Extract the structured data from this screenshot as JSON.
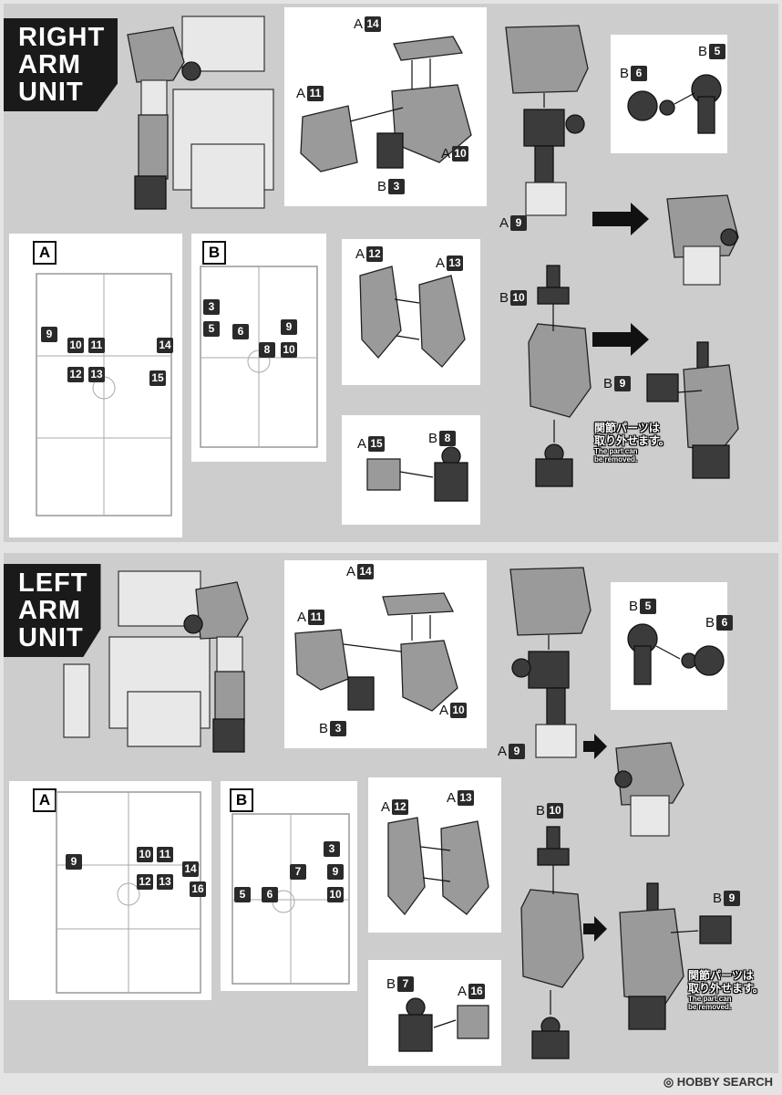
{
  "sections": [
    {
      "title_lines": [
        "RIGHT",
        "ARM",
        "UNIT"
      ],
      "step1": {
        "labels": [
          {
            "runner": "A",
            "num": "14"
          },
          {
            "runner": "A",
            "num": "11"
          },
          {
            "runner": "A",
            "num": "10"
          },
          {
            "runner": "B",
            "num": "3"
          }
        ]
      },
      "step2": {
        "labels": [
          {
            "runner": "B",
            "num": "6"
          },
          {
            "runner": "B",
            "num": "5"
          }
        ]
      },
      "step3": {
        "labels": [
          {
            "runner": "A",
            "num": "9"
          }
        ]
      },
      "runner_a": {
        "letter": "A",
        "nums": [
          "9",
          "10",
          "11",
          "14",
          "12",
          "13",
          "15"
        ]
      },
      "runner_b": {
        "letter": "B",
        "nums": [
          "3",
          "5",
          "6",
          "9",
          "8",
          "10"
        ]
      },
      "step4": {
        "labels": [
          {
            "runner": "A",
            "num": "12"
          },
          {
            "runner": "A",
            "num": "13"
          },
          {
            "runner": "B",
            "num": "10"
          }
        ]
      },
      "step5": {
        "labels": [
          {
            "runner": "A",
            "num": "15"
          },
          {
            "runner": "B",
            "num": "8"
          }
        ]
      },
      "step6": {
        "labels": [
          {
            "runner": "B",
            "num": "9"
          }
        ]
      },
      "note": {
        "jp1": "関節パーツは",
        "jp2": "取り外せます。",
        "en1": "The part can",
        "en2": "be removed."
      }
    },
    {
      "title_lines": [
        "LEFT",
        "ARM",
        "UNIT"
      ],
      "step1": {
        "labels": [
          {
            "runner": "A",
            "num": "14"
          },
          {
            "runner": "A",
            "num": "11"
          },
          {
            "runner": "A",
            "num": "10"
          },
          {
            "runner": "B",
            "num": "3"
          }
        ]
      },
      "step2": {
        "labels": [
          {
            "runner": "B",
            "num": "5"
          },
          {
            "runner": "B",
            "num": "6"
          }
        ]
      },
      "step3": {
        "labels": [
          {
            "runner": "A",
            "num": "9"
          }
        ]
      },
      "runner_a": {
        "letter": "A",
        "nums": [
          "9",
          "10",
          "11",
          "14",
          "12",
          "13",
          "16"
        ]
      },
      "runner_b": {
        "letter": "B",
        "nums": [
          "3",
          "9",
          "7",
          "5",
          "6",
          "10"
        ]
      },
      "step4": {
        "labels": [
          {
            "runner": "A",
            "num": "12"
          },
          {
            "runner": "A",
            "num": "13"
          },
          {
            "runner": "B",
            "num": "10"
          }
        ]
      },
      "step5": {
        "labels": [
          {
            "runner": "B",
            "num": "7"
          },
          {
            "runner": "A",
            "num": "16"
          }
        ]
      },
      "step6": {
        "labels": [
          {
            "runner": "B",
            "num": "9"
          }
        ]
      },
      "note": {
        "jp1": "関節パーツは",
        "jp2": "取り外せます。",
        "en1": "The part can",
        "en2": "be removed."
      }
    }
  ],
  "watermark": "HOBBY SEARCH"
}
